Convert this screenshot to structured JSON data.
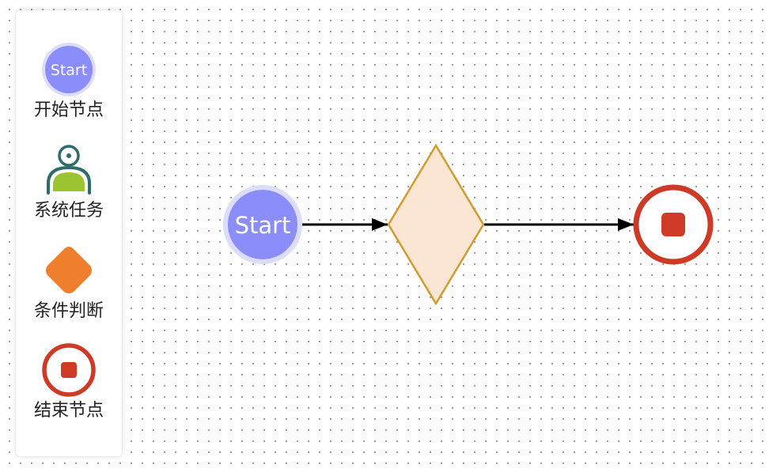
{
  "palette": {
    "items": [
      {
        "id": "start",
        "label": "开始节点",
        "icon": "start-circle-icon",
        "icon_text": "Start"
      },
      {
        "id": "task",
        "label": "系统任务",
        "icon": "system-task-person-icon"
      },
      {
        "id": "condition",
        "label": "条件判断",
        "icon": "condition-diamond-icon"
      },
      {
        "id": "end",
        "label": "结束节点",
        "icon": "end-stop-circle-icon"
      }
    ]
  },
  "diagram": {
    "nodes": [
      {
        "id": "start",
        "type": "start",
        "text": "Start"
      },
      {
        "id": "gateway",
        "type": "condition",
        "text": ""
      },
      {
        "id": "end",
        "type": "end",
        "text": ""
      }
    ],
    "edges": [
      {
        "from": "start",
        "to": "gateway"
      },
      {
        "from": "gateway",
        "to": "end"
      }
    ]
  },
  "colors": {
    "start_fill": "#8b8dfa",
    "start_halo": "#dcdcfb",
    "diamond_fill": "#fbe6d3",
    "diamond_stroke": "#d39b2e",
    "task_green": "#9bc42e",
    "task_outline": "#2f6b6a",
    "condition_orange": "#ef7f2d",
    "end_red": "#cf3a26",
    "edge": "#000000"
  }
}
